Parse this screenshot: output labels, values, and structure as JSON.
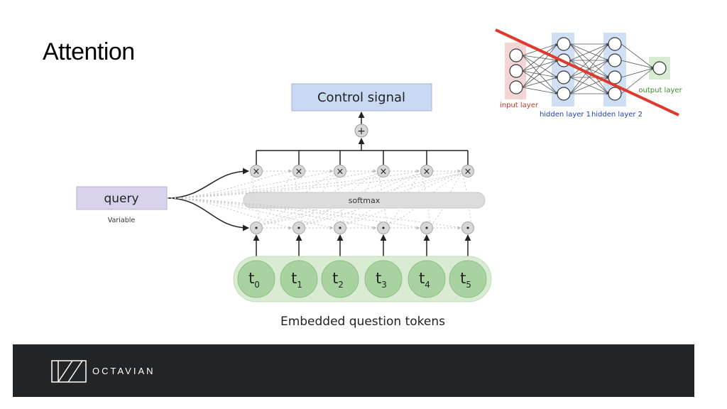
{
  "slide": {
    "title": "Attention"
  },
  "attention": {
    "control_label": "Control signal",
    "sum_symbol": "+",
    "mult_symbol": "×",
    "dot_symbol": "•",
    "softmax_label": "softmax",
    "query_label": "query",
    "query_sublabel": "Variable",
    "tokens_caption": "Embedded question tokens",
    "tokens": [
      {
        "base": "t",
        "sub": "0"
      },
      {
        "base": "t",
        "sub": "1"
      },
      {
        "base": "t",
        "sub": "2"
      },
      {
        "base": "t",
        "sub": "3"
      },
      {
        "base": "t",
        "sub": "4"
      },
      {
        "base": "t",
        "sub": "5"
      }
    ]
  },
  "inset": {
    "input_label": "input layer",
    "hidden1_label": "hidden layer 1",
    "hidden2_label": "hidden layer 2",
    "output_label": "output layer"
  },
  "colors": {
    "control_fill": "#c9d9f1",
    "query_fill": "#d8d3ea",
    "token_fill": "#a8d3a0",
    "token_band": "#d9ebd3",
    "softmax_fill": "#dcdcdc",
    "op_fill": "#d7d7d7",
    "input_label": "#c0392b",
    "hidden_label": "#1f3fbf",
    "output_label": "#3c8a2e",
    "strike": "#e03a2e",
    "footer_bg": "#232426"
  },
  "footer": {
    "brand": "OCTAVIAN"
  }
}
